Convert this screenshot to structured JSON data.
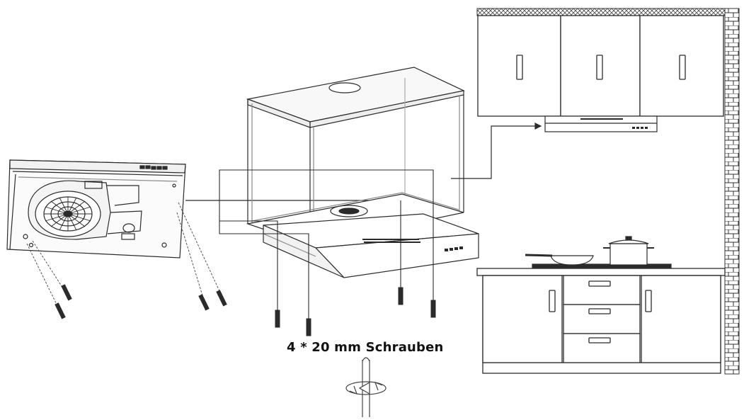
{
  "diagram": {
    "caption": "4 * 20 mm Schrauben",
    "colors": {
      "line": "#2b2b2b",
      "light_line": "#8a8a8a",
      "background": "#ffffff"
    },
    "icons": [
      "hood-underside-view",
      "screw",
      "screwdriver-icon",
      "kitchen-cabinet",
      "cooking-pot-icon",
      "pan-icon",
      "brick-wall"
    ]
  }
}
